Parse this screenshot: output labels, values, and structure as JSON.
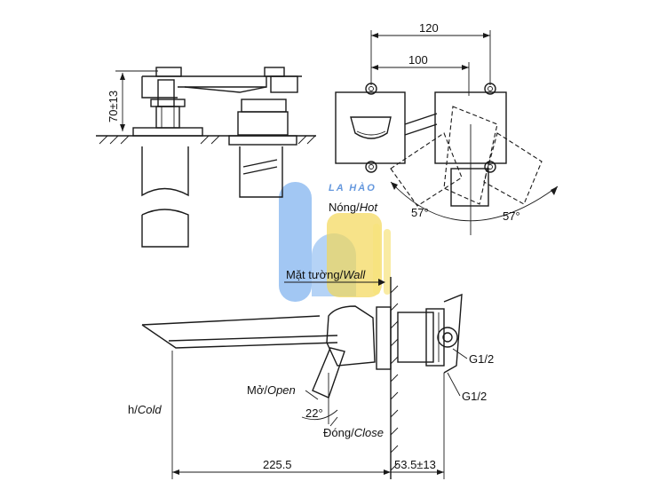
{
  "dimensions": {
    "width_outer": "120",
    "width_inner": "100",
    "height": "70±13",
    "spout_length": "225.5",
    "wall_depth": "53.5±13",
    "angle_left": "57°",
    "angle_right": "57°",
    "lever_angle": "22°"
  },
  "labels": {
    "hot_vn": "Nóng/",
    "hot_en": "Hot",
    "wall_vn": "Mặt tường/",
    "wall_en": "Wall",
    "open_vn": "Mở/",
    "open_en": "Open",
    "close_vn": "Đóng/",
    "close_en": "Close",
    "cold_prefix": "h/",
    "cold_en": "Cold",
    "thread_top": "G1/2",
    "thread_bottom": "G1/2"
  },
  "watermark": {
    "text": "LA HÀO",
    "colors": [
      "#5b9be6",
      "#f2d23a"
    ]
  }
}
